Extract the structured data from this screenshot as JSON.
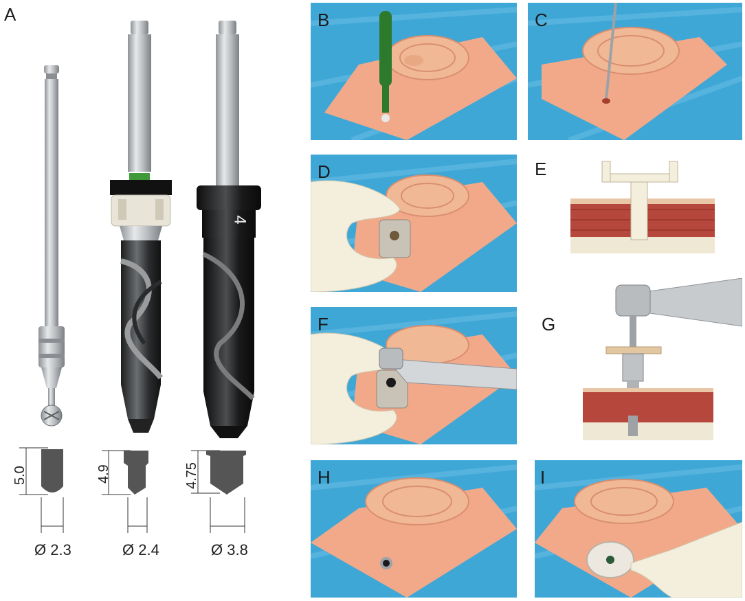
{
  "panel_labels": {
    "A": "A",
    "B": "B",
    "C": "C",
    "D": "D",
    "E": "E",
    "F": "F",
    "G": "G",
    "H": "H",
    "I": "I"
  },
  "drills": [
    {
      "length": "5.0",
      "diameter": "Ø 2.3"
    },
    {
      "length": "4.9",
      "diameter": "Ø 2.4"
    },
    {
      "length": "4.75",
      "diameter": "Ø 3.8",
      "engraving": "4"
    }
  ],
  "colors": {
    "drape": "#3fa7d6",
    "skin": "#f2a98a",
    "ear": "#f1b896",
    "glove": "#f3efdc",
    "metal": "#b9bcbf",
    "black_drill": "#1b1b1b",
    "green_marker": "#3f9b3a",
    "muscle": "#b5473c",
    "bone": "#efe8d4"
  }
}
